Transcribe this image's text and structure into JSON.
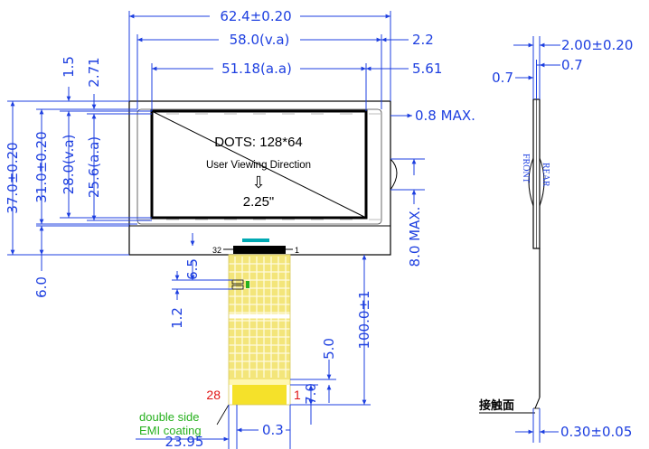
{
  "dimensions": {
    "overall_width": "62.4±0.20",
    "va_width": "58.0(v.a)",
    "va_offset": "2.2",
    "aa_width": "51.18(a.a)",
    "aa_offset": "5.61",
    "top_va": "1.5",
    "top_aa": "2.71",
    "overall_height": "37.0±0.20",
    "outline_height": "31.0±0.20",
    "va_height": "28.0(v.a)",
    "aa_height": "25.6(a.a)",
    "bottom_ledge": "6.0",
    "bezel_max": "0.8 MAX.",
    "ic_max": "8.0 MAX.",
    "fpc_length": "100.0±1",
    "fpc_offset": "6.5",
    "fpc_gap": "1.2",
    "stiffener": "5.0",
    "contact_length": "7.0",
    "fpc_width": "23.95",
    "pitch": "0.3",
    "thickness": "2.00±0.20",
    "glass_top": "0.7",
    "glass_bottom": "0.7",
    "fpc_thickness": "0.30±0.05"
  },
  "screen": {
    "dots": "DOTS: 128*64",
    "direction": "User Viewing Direction",
    "arrow": "⇩",
    "size": "2.25\""
  },
  "pins": {
    "first_top": "32",
    "last_top": "1",
    "first_bottom": "28",
    "last_bottom": "1"
  },
  "labels": {
    "double_side": "double side",
    "emi": "EMI coating",
    "front": "FRONT",
    "rear": "REAR",
    "contact_face": "接触面"
  },
  "colors": {
    "dimension": "#1d3fe0",
    "fpc": "#f3e57a",
    "contact": "#f5e12a",
    "pin_label": "#e01515",
    "note": "#27b11e",
    "connector": "#00a9b3"
  }
}
